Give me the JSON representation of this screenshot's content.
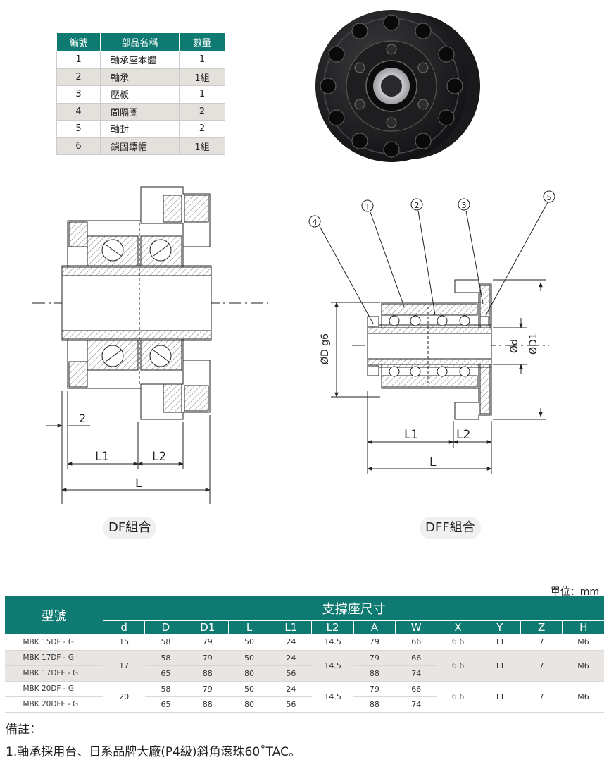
{
  "parts_table": {
    "headers": [
      "編號",
      "部品名稱",
      "數量"
    ],
    "rows": [
      {
        "no": "1",
        "name": "軸承座本體",
        "qty": "1"
      },
      {
        "no": "2",
        "name": "軸承",
        "qty": "1組"
      },
      {
        "no": "3",
        "name": "壓板",
        "qty": "1"
      },
      {
        "no": "4",
        "name": "間隔圈",
        "qty": "2"
      },
      {
        "no": "5",
        "name": "軸封",
        "qty": "2"
      },
      {
        "no": "6",
        "name": "鎖固螺帽",
        "qty": "1組"
      }
    ]
  },
  "drawing_df": {
    "dim_2": "2",
    "dim_l1": "L1",
    "dim_l2": "L2",
    "dim_l": "L",
    "caption": "DF組合"
  },
  "drawing_dff": {
    "callouts": [
      "1",
      "2",
      "3",
      "4",
      "5"
    ],
    "dim_d_g6": "ØD g6",
    "dim_d": "Ød",
    "dim_d1": "ØD1",
    "dim_l1": "L1",
    "dim_l2": "L2",
    "dim_l": "L",
    "caption": "DFF組合"
  },
  "unit_label": "單位：mm",
  "spec_table": {
    "model_header": "型號",
    "group_header": "支撐座尺寸",
    "columns": [
      "d",
      "D",
      "D1",
      "L",
      "L1",
      "L2",
      "A",
      "W",
      "X",
      "Y",
      "Z",
      "H"
    ],
    "rows": [
      {
        "model": "MBK 15DF - G",
        "d": "15",
        "D": "58",
        "D1": "79",
        "L": "50",
        "L1": "24",
        "L2": "14.5",
        "A": "79",
        "W": "66",
        "X": "6.6",
        "Y": "11",
        "Z": "7",
        "H": "M6"
      },
      {
        "model": "MBK 17DF - G",
        "d": "17",
        "D": "58",
        "D1": "79",
        "L": "50",
        "L1": "24",
        "L2": "14.5",
        "A": "79",
        "W": "66",
        "X": "6.6",
        "Y": "11",
        "Z": "7",
        "H": "M6"
      },
      {
        "model": "MBK 17DFF - G",
        "D": "65",
        "D1": "88",
        "L": "80",
        "L1": "56",
        "A": "88",
        "W": "74"
      },
      {
        "model": "MBK 20DF - G",
        "d": "20",
        "D": "58",
        "D1": "79",
        "L": "50",
        "L1": "24",
        "L2": "14.5",
        "A": "79",
        "W": "66",
        "X": "6.6",
        "Y": "11",
        "Z": "7",
        "H": "M6"
      },
      {
        "model": "MBK 20DFF - G",
        "D": "65",
        "D1": "88",
        "L": "80",
        "L1": "56",
        "A": "88",
        "W": "74"
      }
    ]
  },
  "notes": {
    "title": "備註：",
    "items": [
      "1.軸承採用台、日系品牌大廠(P4級)斜角滾珠60˚TAC。"
    ]
  }
}
